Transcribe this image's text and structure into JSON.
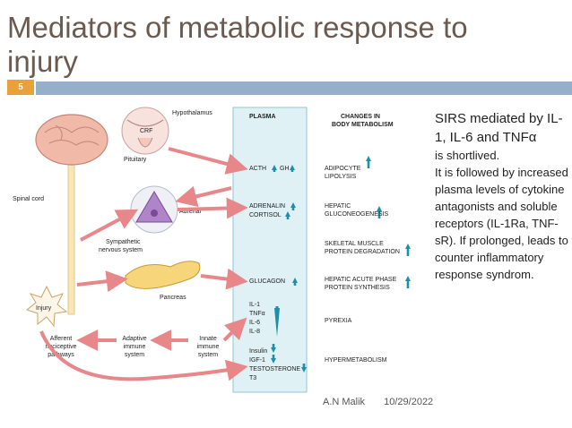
{
  "slide": {
    "title": "Mediators of metabolic response to injury",
    "number": "5"
  },
  "diagram": {
    "hypothalamus": "Hypothalamus",
    "crf": "CRF",
    "pituitary": "Pituitary",
    "spinal_cord": "Spinal cord",
    "adrenal": "Adrenal",
    "sympathetic_line1": "Sympathetic",
    "sympathetic_line2": "nervous system",
    "pancreas": "Pancreas",
    "injury": "Injury",
    "afferent_line1": "Afferent",
    "afferent_line2": "nociceptive",
    "afferent_line3": "pathways",
    "adaptive_line1": "Adaptive",
    "adaptive_line2": "immune",
    "adaptive_line3": "system",
    "innate_line1": "Innate",
    "innate_line2": "immune",
    "innate_line3": "system",
    "plasma_header": "PLASMA",
    "changes_header_line1": "CHANGES IN",
    "changes_header_line2": "BODY METABOLISM",
    "plasma_items": {
      "acth": "ACTH",
      "gh": "GH",
      "adrenalin": "ADRENALIN",
      "cortisol": "CORTISOL",
      "glucagon": "GLUCAGON",
      "il1": "IL-1",
      "tnf": "TNFα",
      "il6": "IL-6",
      "il8": "IL-8",
      "insulin": "Insulin",
      "igf1": "IGF-1",
      "testosterone": "TESTOSTERONE",
      "t3": "T3"
    },
    "changes_items": {
      "adipocyte_line1": "ADIPOCYTE",
      "adipocyte_line2": "LIPOLYSIS",
      "hepatic_line1": "HEPATIC",
      "hepatic_line2": "GLUCONEOGENESIS",
      "muscle_line1": "SKELETAL MUSCLE",
      "muscle_line2": "PROTEIN DEGRADATION",
      "acute_line1": "HEPATIC ACUTE PHASE",
      "acute_line2": "PROTEIN SYNTHESIS",
      "pyrexia": "PYREXIA",
      "hypermetabolism": "HYPERMETABOLISM"
    }
  },
  "side_text": {
    "line1": "SIRS mediated by IL-1, IL-6 and TNFα",
    "line2": "is shortlived.",
    "line3": "It is followed by increased plasma levels of cytokine antagonists and soluble receptors (IL-1Ra, TNF-sR). If prolonged, leads to counter inflammatory response syndrom."
  },
  "footer": {
    "author": "A.N Malik",
    "date": "10/29/2022"
  },
  "colors": {
    "title": "#6b5a4f",
    "title_bar": "#95aeca",
    "number_box": "#e9a13a",
    "plasma_column": "#dff1f4",
    "arrow_pink": "#e8878a",
    "arrow_teal": "#1f8fa8"
  }
}
